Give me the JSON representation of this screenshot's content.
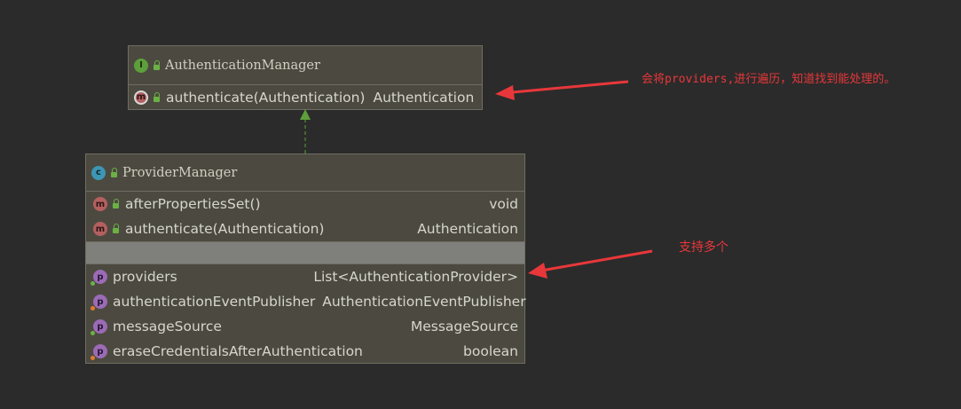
{
  "colors": {
    "background": "#2b2b2b",
    "box": "#4c4a40",
    "arrow": "#e8373a",
    "inheritance_arrow": "#5d9f3a"
  },
  "interface_box": {
    "badge_letter": "I",
    "title": "AuthenticationManager",
    "methods": [
      {
        "badge_letter": "m",
        "name": "authenticate(Authentication)",
        "type": "Authentication"
      }
    ]
  },
  "class_box": {
    "badge_letter": "c",
    "title": "ProviderManager",
    "methods": [
      {
        "badge_letter": "m",
        "name": "afterPropertiesSet()",
        "type": "void"
      },
      {
        "badge_letter": "m",
        "name": "authenticate(Authentication)",
        "type": "Authentication"
      }
    ],
    "fields": [
      {
        "badge_letter": "p",
        "name": "providers",
        "type": "List<AuthenticationProvider>"
      },
      {
        "badge_letter": "p",
        "name": "authenticationEventPublisher",
        "type": "AuthenticationEventPublisher"
      },
      {
        "badge_letter": "p",
        "name": "messageSource",
        "type": "MessageSource"
      },
      {
        "badge_letter": "p",
        "name": "eraseCredentialsAfterAuthentication",
        "type": "boolean"
      }
    ]
  },
  "annotations": {
    "top": "会将providers,进行遍历，知道找到能处理的。",
    "bottom": "支持多个"
  }
}
